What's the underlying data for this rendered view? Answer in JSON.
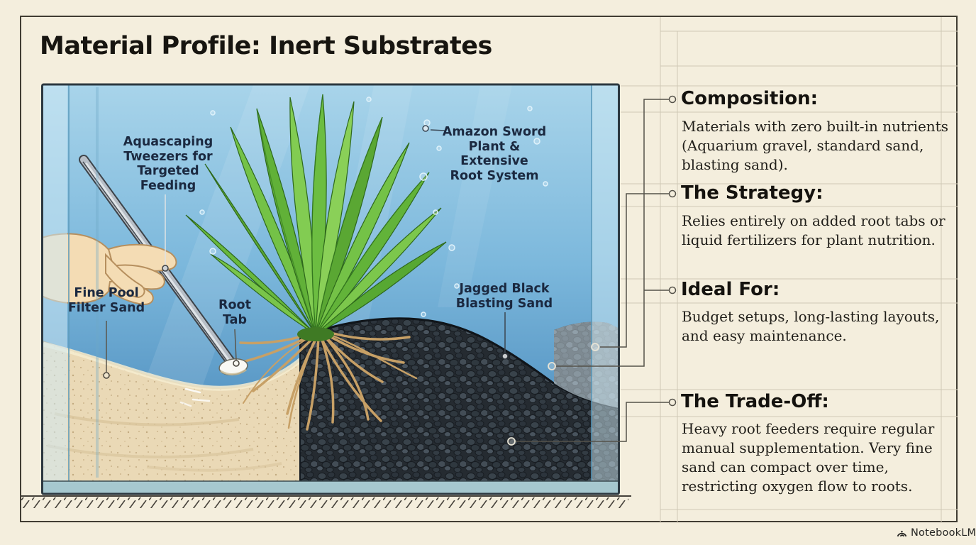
{
  "title": "Material Profile: Inert Substrates",
  "labels": {
    "tweezers": "Aquascaping\nTweezers for\nTargeted\nFeeding",
    "plant": "Amazon Sword\nPlant &\nExtensive\nRoot System",
    "sand": "Fine Pool\nFilter Sand",
    "root_tab": "Root\nTab",
    "blasting_sand": "Jagged Black\nBlasting Sand"
  },
  "sections": [
    {
      "heading": "Composition:",
      "body": "Materials with zero built-in nutrients\n(Aquarium gravel, standard sand,\nblasting sand)."
    },
    {
      "heading": "The Strategy:",
      "body": "Relies entirely on added root tabs or\nliquid fertilizers for plant nutrition."
    },
    {
      "heading": "Ideal For:",
      "body": "Budget setups, long-lasting layouts,\nand easy maintenance."
    },
    {
      "heading": "The Trade-Off:",
      "body": "Heavy root feeders require regular\nmanual supplementation. Very fine\nsand can compact over time,\nrestricting oxygen flow to roots."
    }
  ],
  "footer": {
    "brand": "NotebookLM"
  },
  "colors": {
    "background": "#f4eedd",
    "frame": "#413d33",
    "water": "#7cb8dc",
    "sand": "#ead9b6",
    "black_gravel": "#252b31",
    "plant_green": "#6cbd41",
    "connector_line": "#55524a",
    "grid_line": "#cfc8b5",
    "label_text": "#1b2940"
  }
}
